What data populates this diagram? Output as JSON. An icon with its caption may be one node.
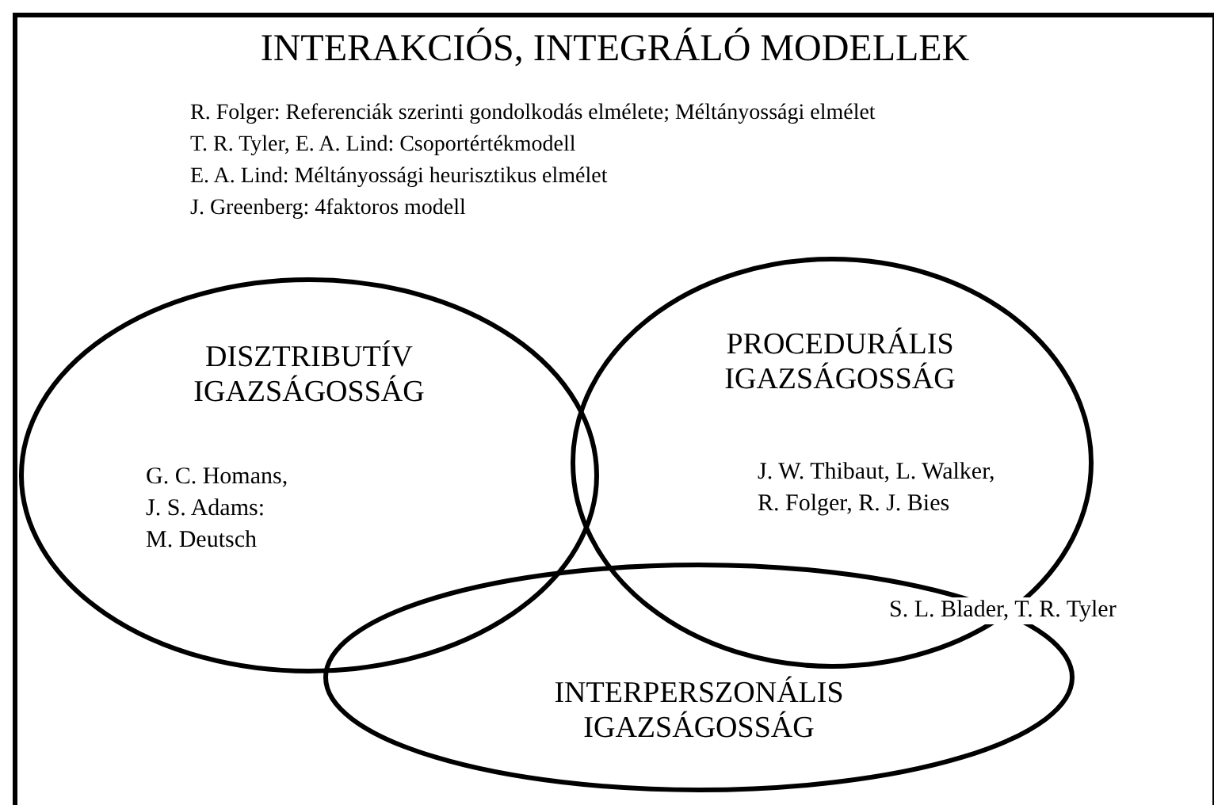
{
  "diagram": {
    "nodes": [
      {
        "text": [
          "INTERAKCIÓS, INTEGRÁLÓ MODELLEK",
          "R. Folger: Referenciák szerinti gondolkodás elmélete; Méltányossági elmélet",
          "T. R. Tyler, E. A. Lind: Csoportértékmodell",
          "E. A. Lind: Méltányossági heurisztikus elmélet",
          "J. Greenberg: 4faktoros modell"
        ]
      },
      {
        "text": [
          "DISZTRIBUTÍV IGAZSÁGOSSÁG",
          "G. C. Homans,",
          "J. S. Adams:",
          "M. Deutsch"
        ],
        "in": 0
      },
      {
        "text": [
          "PROCEDURÁLIS IGAZSÁGOSSÁG",
          "J. W. Thibaut, L. Walker,",
          "R. Folger, R. J. Bies"
        ],
        "in": 0
      },
      {
        "text": [
          "INTERPERSZONÁLIS IGAZSÁGOSSÁG"
        ],
        "in": 0
      }
    ],
    "edges": [],
    "labels": [
      "S. L. Blader, T. R. Tyler"
    ]
  }
}
